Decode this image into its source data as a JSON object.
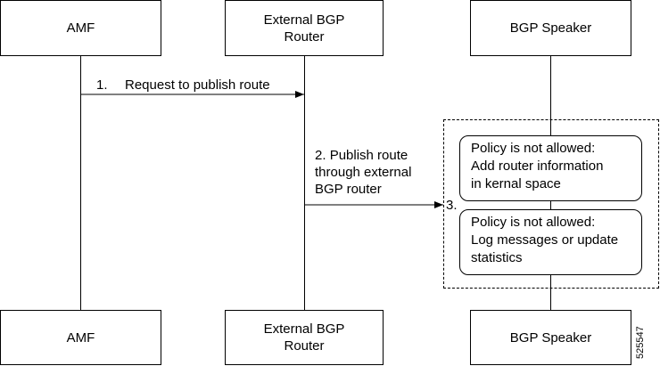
{
  "participants": {
    "amf": "AMF",
    "router": "External BGP\nRouter",
    "speaker": "BGP Speaker"
  },
  "messages": [
    {
      "number": "1.",
      "text": "Request to publish route"
    },
    {
      "number": "2.",
      "text": "Publish route\nthrough external\nBGP router"
    },
    {
      "number": "3.",
      "text": ""
    }
  ],
  "notes": [
    "Policy is not allowed:\nAdd router information\nin kernal space",
    "Policy is not allowed:\nLog messages or update\nstatistics"
  ],
  "figure_id": "525547"
}
